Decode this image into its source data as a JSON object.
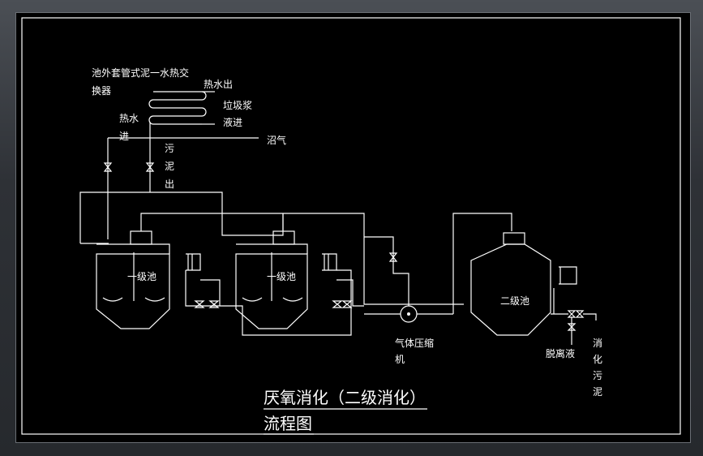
{
  "labels": {
    "hx_title_1": "池外套管式泥一水热交",
    "hx_title_2": "换器",
    "hot_water_out": "热水出",
    "raw_sludge_1": "垃圾浆",
    "raw_sludge_2": "液进",
    "hot_water_in_1": "热水",
    "hot_water_in_2": "进",
    "biogas": "沼气",
    "sludge_out_1": "污",
    "sludge_out_2": "泥",
    "sludge_out_3": "出",
    "tank1": "一级池",
    "tank2": "一级池",
    "tank3": "二级池",
    "compressor_1": "气体压缩",
    "compressor_2": "机",
    "supernatant": "脱离液",
    "digested_1": "消",
    "digested_2": "化",
    "digested_3": "污",
    "digested_4": "泥",
    "title_1": "厌氧消化（二级消化）",
    "title_2": "流程图"
  }
}
